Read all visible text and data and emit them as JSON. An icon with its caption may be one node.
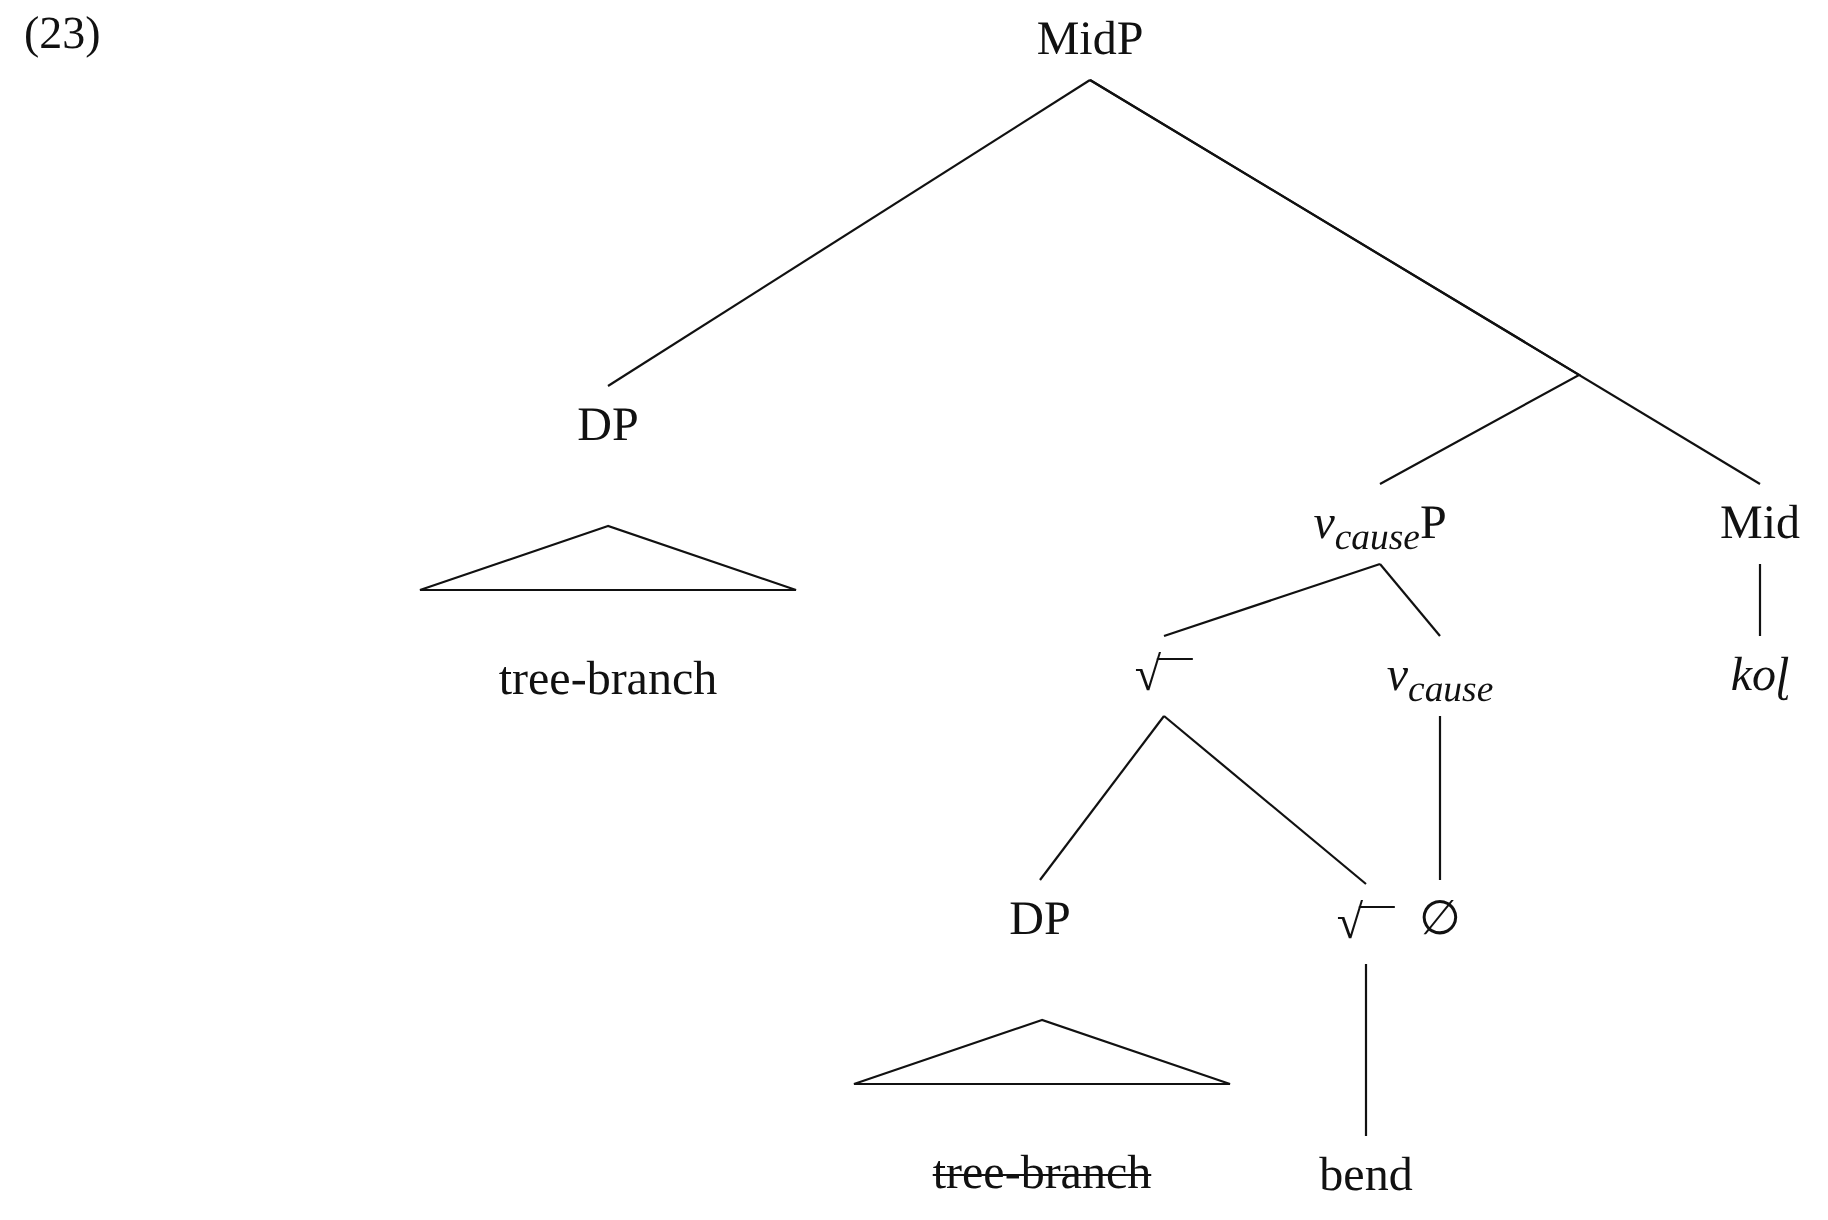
{
  "diagram": {
    "nodes": [
      {
        "text": [
          "MidP"
        ]
      },
      {
        "text": [
          "DP"
        ]
      },
      {
        "text": [
          "tree-branch"
        ]
      },
      {
        "text": [
          "*v*$_{cause}$P"
        ]
      },
      {
        "text": [
          "Mid"
        ]
      },
      {
        "text": [
          "koɭ"
        ]
      },
      {
        "text": [
          "√"
        ]
      },
      {
        "text": [
          "*v*$_{cause}$"
        ]
      },
      {
        "text": [
          "∅"
        ]
      },
      {
        "text": [
          "DP"
        ]
      },
      {
        "text": [
          "√"
        ]
      },
      {
        "text": [
          "tree-branch"
        ]
      },
      {
        "text": [
          "bend"
        ]
      }
    ],
    "edges": [
      {
        "from": 0,
        "to": 1,
        "arrow": "none"
      },
      {
        "from": 0,
        "to": 4,
        "arrow": "none"
      },
      {
        "from": 0,
        "to": 3,
        "arrow": "none"
      },
      {
        "from": 3,
        "to": 6,
        "arrow": "none"
      },
      {
        "from": 3,
        "to": 7,
        "arrow": "none"
      },
      {
        "from": 4,
        "to": 5,
        "arrow": "none"
      },
      {
        "from": 7,
        "to": 8,
        "arrow": "none"
      },
      {
        "from": 6,
        "to": 9,
        "arrow": "none"
      },
      {
        "from": 6,
        "to": 10,
        "arrow": "none"
      },
      {
        "from": 10,
        "to": 12,
        "arrow": "none"
      }
    ],
    "labels": [
      "(23)"
    ]
  }
}
